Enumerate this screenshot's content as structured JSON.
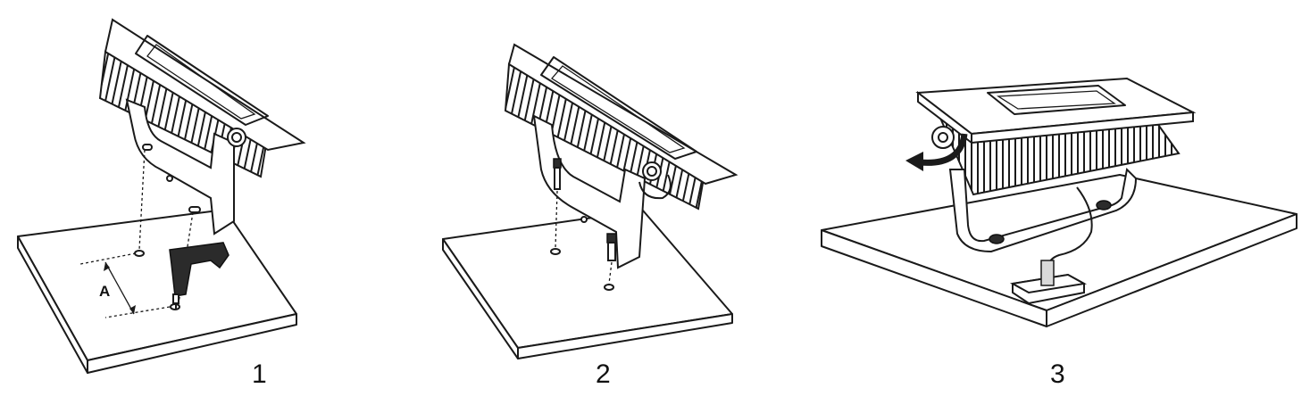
{
  "steps": [
    {
      "number": "1",
      "dimension_label": "A"
    },
    {
      "number": "2"
    },
    {
      "number": "3"
    }
  ]
}
